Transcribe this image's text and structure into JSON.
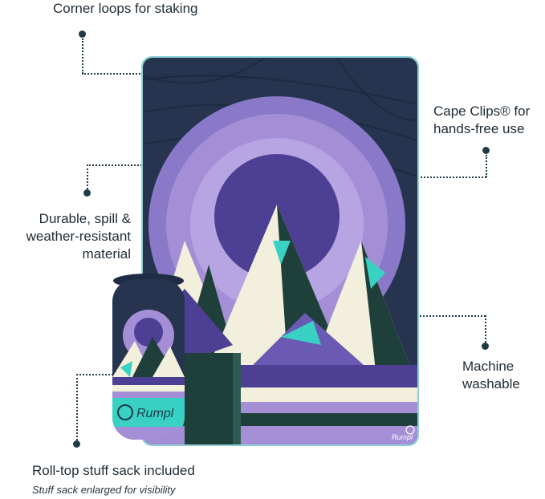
{
  "callouts": {
    "corner_loops": "Corner loops for staking",
    "cape_clips_line1": "Cape Clips® for",
    "cape_clips_line2": "hands-free use",
    "durable_line1": "Durable, spill &",
    "durable_line2": "weather-resistant",
    "durable_line3": "material",
    "machine_line1": "Machine",
    "machine_line2": "washable",
    "stuff_sack": "Roll-top stuff sack included",
    "stuff_sack_note": "Stuff sack enlarged for visibility"
  },
  "brand": {
    "logo_text": "Rumpl"
  },
  "colors": {
    "navy": "#26344f",
    "lavender": "#a48fd6",
    "deep_purple": "#4c3f94",
    "dark_green": "#1f3f3a",
    "teal": "#39d1c4",
    "cream": "#f2efdc"
  }
}
